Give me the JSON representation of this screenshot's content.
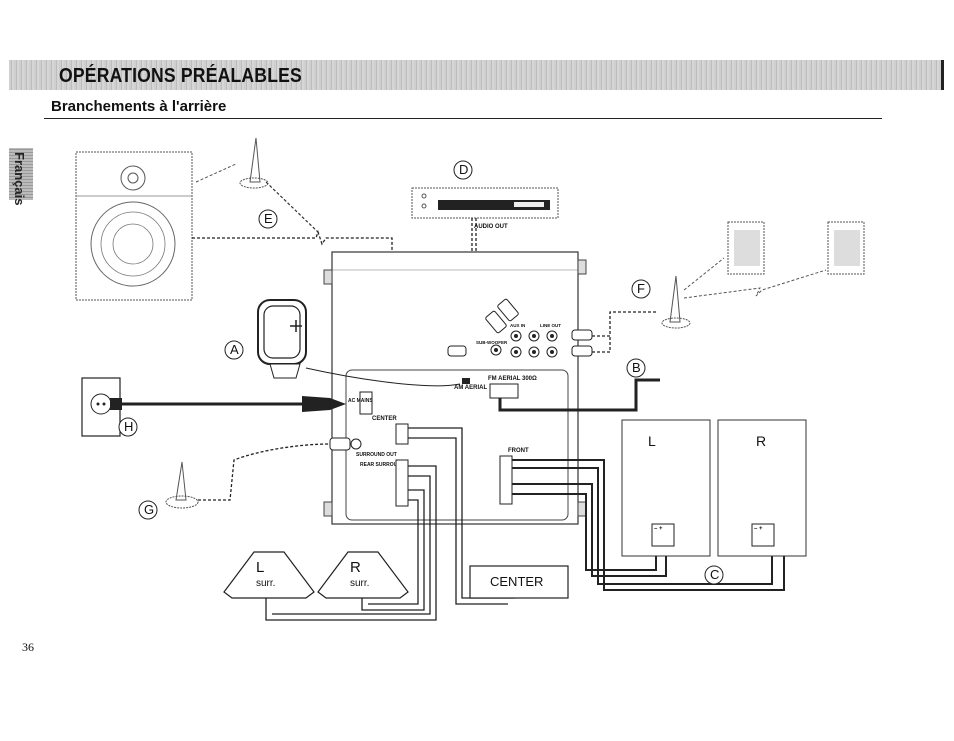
{
  "header": {
    "title": "OPÉRATIONS PRÉALABLES"
  },
  "subheading": "Branchements à l'arrière",
  "side_tab": "Français",
  "page_number": "36",
  "callouts": {
    "A": "A",
    "B": "B",
    "C": "C",
    "D": "D",
    "E": "E",
    "F": "F",
    "G": "G",
    "H": "H"
  },
  "labels": {
    "audio_out": "AUDIO OUT",
    "aux_in": "AUX IN",
    "line_out": "LINE OUT",
    "sub_woofer": "SUB-WOOFER",
    "fm_aerial": "FM AERIAL 300Ω",
    "am_aerial": "AM AERIAL",
    "ac_mains": "AC MAINS",
    "center": "CENTER",
    "surround_out": "SURROUND OUT",
    "rear_surround": "REAR SURROUND",
    "front": "FRONT",
    "l": "L",
    "r": "R",
    "plus": "+",
    "minus": "–",
    "minus_plus": "– +"
  },
  "speakers": {
    "front_left": "L",
    "front_right": "R",
    "surr_left": "L",
    "surr_right": "R",
    "surr_text": "surr.",
    "center_box": "CENTER"
  }
}
